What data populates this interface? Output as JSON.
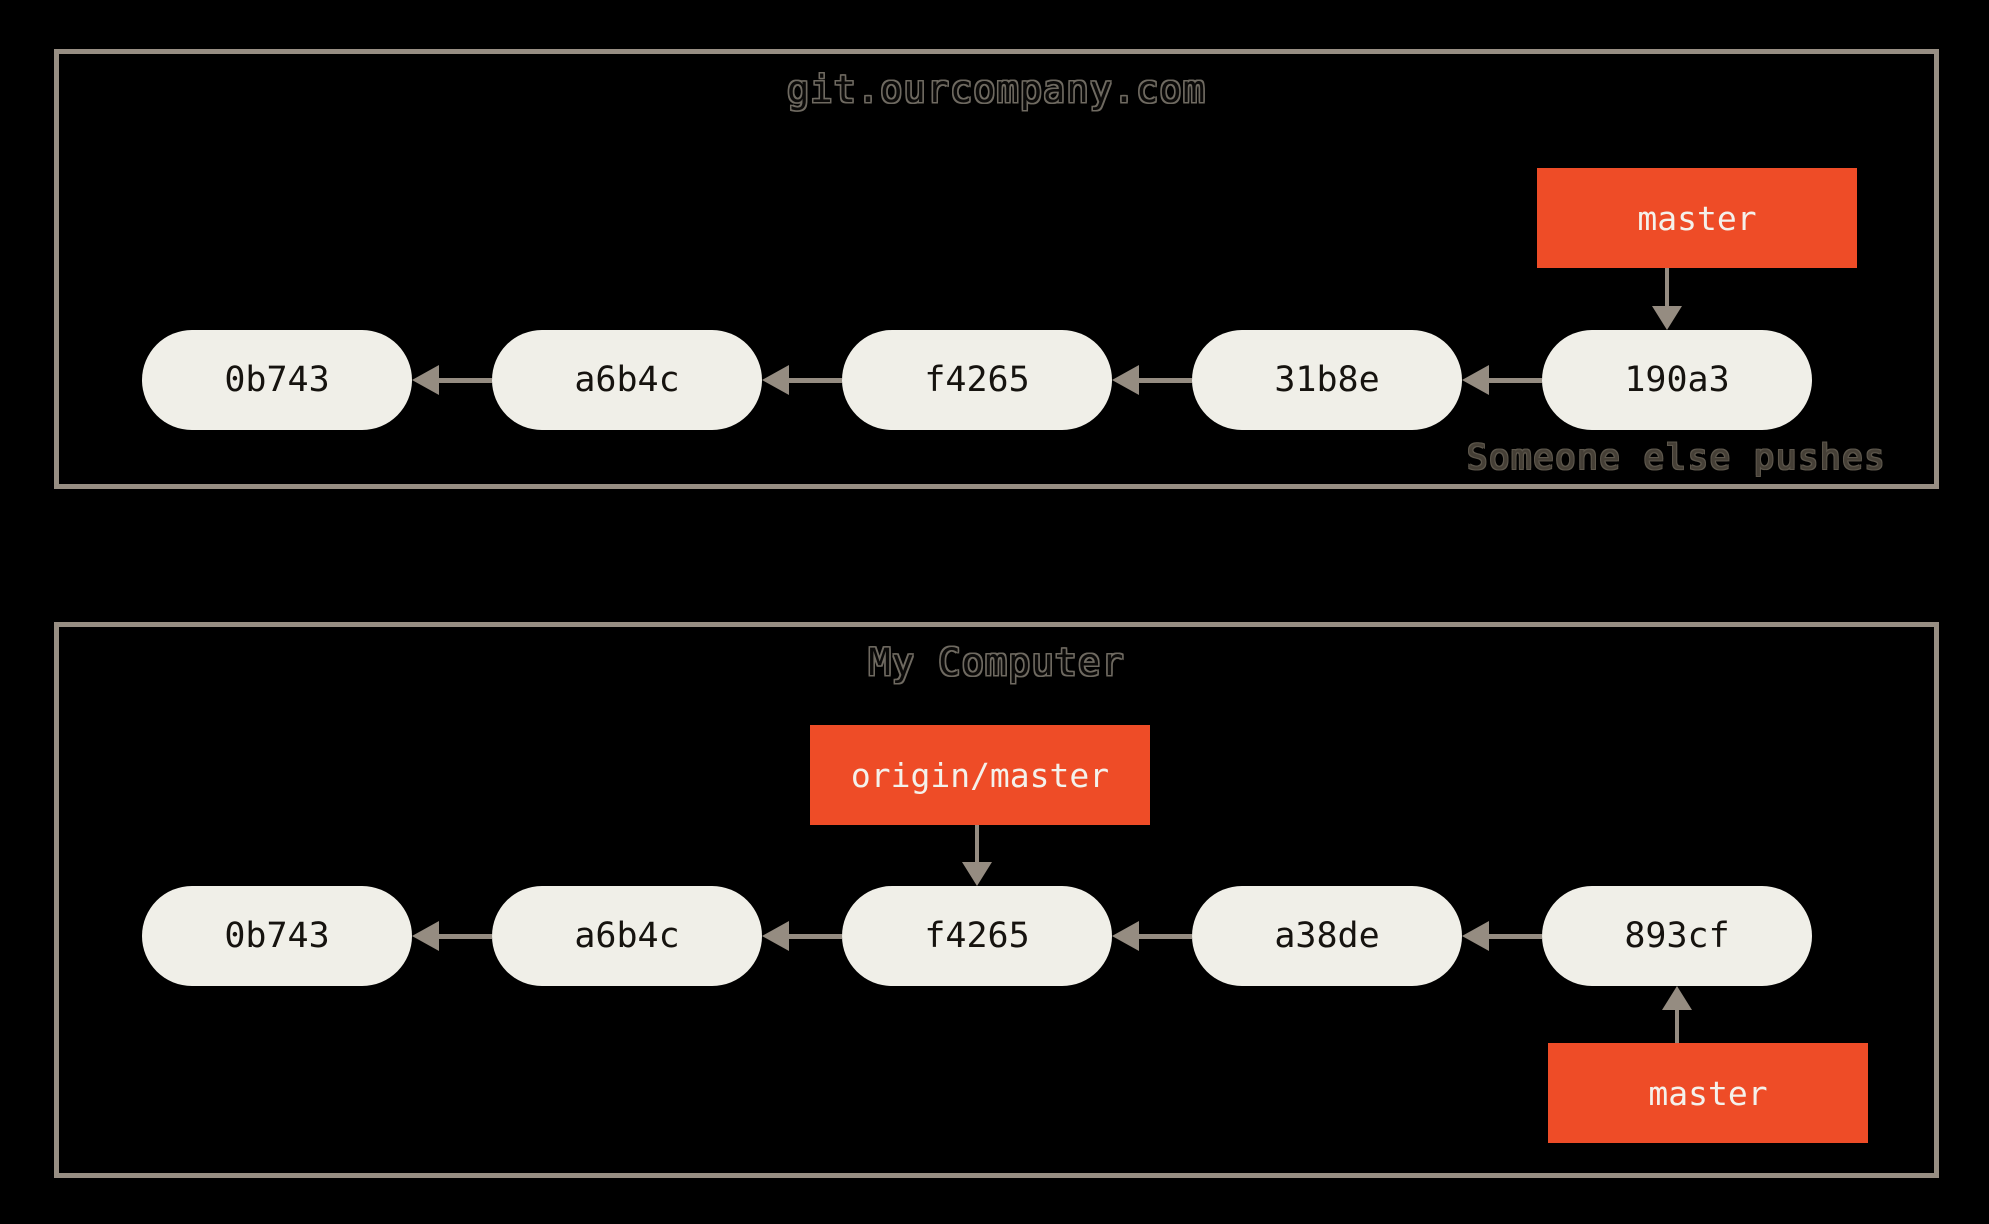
{
  "colors": {
    "background": "#000000",
    "panel_border": "#978e83",
    "commit_bg": "#f0efe8",
    "commit_text": "#16130f",
    "branch_bg": "#ee4c27",
    "branch_text": "#f4f1eb",
    "arrow": "#958c81",
    "title_outline": "#6f6a61",
    "annotation": "#453f36"
  },
  "remote": {
    "title": "git.ourcompany.com",
    "branch": {
      "label": "master"
    },
    "commits": [
      "0b743",
      "a6b4c",
      "f4265",
      "31b8e",
      "190a3"
    ],
    "annotation": "Someone else pushes"
  },
  "local": {
    "title": "My Computer",
    "remote_tracking_branch": {
      "label": "origin/master"
    },
    "branch": {
      "label": "master"
    },
    "commits": [
      "0b743",
      "a6b4c",
      "f4265",
      "a38de",
      "893cf"
    ]
  }
}
